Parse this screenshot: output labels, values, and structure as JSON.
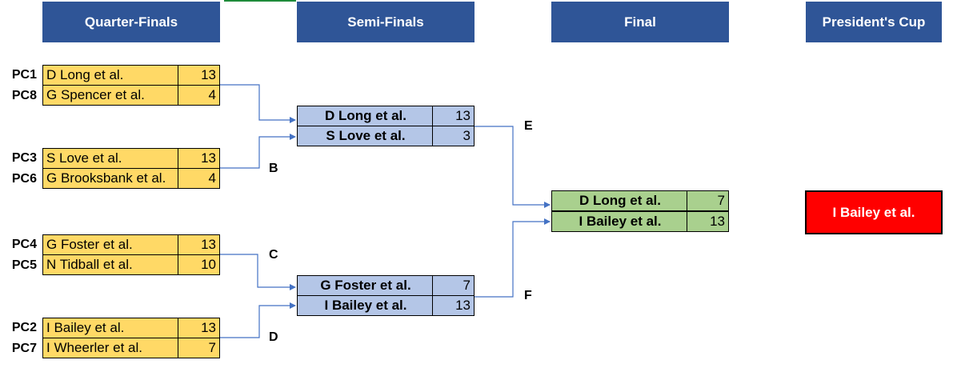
{
  "headers": {
    "quarter_finals": "Quarter-Finals",
    "semi_finals": "Semi-Finals",
    "final": "Final",
    "presidents_cup": "President's Cup"
  },
  "quarter_finals": [
    {
      "seed": "PC1",
      "name": "D Long et al.",
      "score": "13"
    },
    {
      "seed": "PC8",
      "name": "G Spencer et al.",
      "score": "4"
    },
    {
      "seed": "PC3",
      "name": "S Love et al.",
      "score": "13"
    },
    {
      "seed": "PC6",
      "name": "G Brooksbank et al.",
      "score": "4"
    },
    {
      "seed": "PC4",
      "name": "G Foster et al.",
      "score": "13"
    },
    {
      "seed": "PC5",
      "name": "N Tidball et al.",
      "score": "10"
    },
    {
      "seed": "PC2",
      "name": "I Bailey et al.",
      "score": "13"
    },
    {
      "seed": "PC7",
      "name": "I Wheerler et al.",
      "score": "7"
    }
  ],
  "semi_finals": [
    {
      "name": "D Long et al.",
      "score": "13"
    },
    {
      "name": "S Love et al.",
      "score": "3"
    },
    {
      "name": "G Foster et al.",
      "score": "7"
    },
    {
      "name": "I Bailey et al.",
      "score": "13"
    }
  ],
  "final": [
    {
      "name": "D Long et al.",
      "score": "7"
    },
    {
      "name": "I Bailey et al.",
      "score": "13"
    }
  ],
  "match_labels": {
    "b": "B",
    "c": "C",
    "d": "D",
    "e": "E",
    "f": "F"
  },
  "winner": "I Bailey et al.",
  "colors": {
    "header": "#2f5597",
    "quarter_final_fill": "#ffd966",
    "semi_final_fill": "#b4c6e7",
    "final_fill": "#a9d08e",
    "winner_fill": "#ff0000",
    "connector": "#4472c4"
  }
}
